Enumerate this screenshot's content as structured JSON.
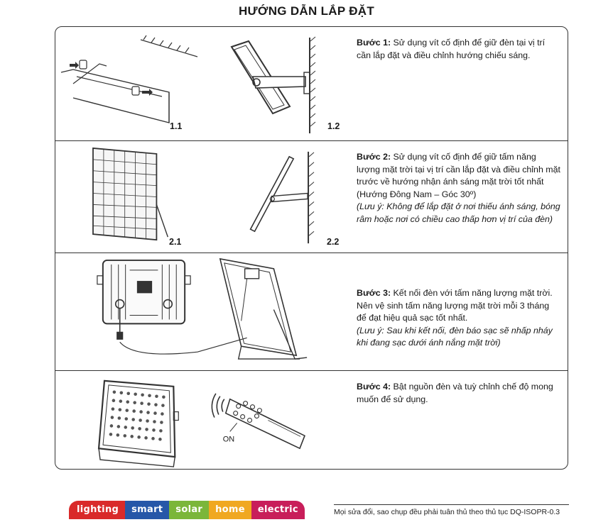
{
  "title": "HƯỚNG DẪN LẮP ĐẶT",
  "steps": [
    {
      "label": "Bước 1:",
      "text": "Sử dụng vít cố định để giữ đèn tại vị trí cần lắp đặt và điều chỉnh hướng chiếu sáng.",
      "note": "",
      "figures": [
        "1.1",
        "1.2"
      ]
    },
    {
      "label": "Bước 2:",
      "text": "Sử dụng vít cố định để giữ tấm năng lượng mặt trời tại vị trí cần lắp đặt và điều chỉnh mặt trước về hướng nhận ánh sáng mặt trời tốt nhất (Hướng Đông Nam – Góc 30º)",
      "note": "(Lưu ý: Không để lắp đặt ở nơi thiếu ánh sáng, bóng râm hoặc nơi có chiều cao thấp hơn vị trí của đèn)",
      "figures": [
        "2.1",
        "2.2"
      ]
    },
    {
      "label": "Bước 3:",
      "text": "Kết nối đèn với tấm năng lượng mặt trời. Nên vệ sinh tấm năng lượng mặt trời mỗi 3 tháng để đạt hiệu quả sạc tốt nhất.",
      "note": "(Lưu ý: Sau khi kết nối, đèn báo sạc sẽ nhấp nháy khi đang sạc dưới ánh nắng mặt trời)",
      "figures": []
    },
    {
      "label": "Bước 4:",
      "text": "Bật nguồn đèn và tuỳ chỉnh chế độ mong muốn để sử dụng.",
      "note": "",
      "figures": [],
      "remote_label": "ON"
    }
  ],
  "footer": {
    "brand_words": [
      "lighting",
      "smart",
      "solar",
      "home",
      "electric"
    ],
    "notice": "Mọi sửa đổi, sao chụp đều phải tuân thủ theo thủ tục DQ-ISOPR-0.3"
  }
}
